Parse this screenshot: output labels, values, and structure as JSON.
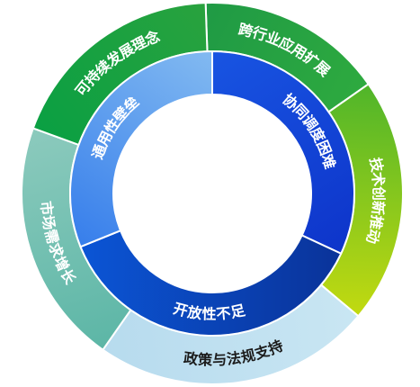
{
  "outer_ring": [
    {
      "label": "跨行业应用扩展",
      "start": 358,
      "end": 55,
      "color_a": "#1f9a45",
      "color_b": "#2eaa3f",
      "text_color": "#ffffff"
    },
    {
      "label": "技术创新推动",
      "start": 55,
      "end": 130,
      "color_a": "#4fb52a",
      "color_b": "#c2da10",
      "text_color": "#ffffff"
    },
    {
      "label": "政策与法规支持",
      "start": 130,
      "end": 215,
      "color_a": "#c9e6f3",
      "color_b": "#b7dbee",
      "text_color": "#1b1b1b"
    },
    {
      "label": "市场需求增长",
      "start": 215,
      "end": 290,
      "color_a": "#5cb6a6",
      "color_b": "#8ccabd",
      "text_color": "#ffffff"
    },
    {
      "label": "可持续发展理念",
      "start": 290,
      "end": 358,
      "color_a": "#0aa043",
      "color_b": "#29a23e",
      "text_color": "#ffffff"
    }
  ],
  "inner_ring": [
    {
      "label": "协同调度困难",
      "start": 0,
      "end": 115,
      "color_a": "#1a5ae6",
      "color_b": "#0c2fc6",
      "text_color": "#ffffff"
    },
    {
      "label": "开放性不足",
      "start": 115,
      "end": 248,
      "color_a": "#0a2d8f",
      "color_b": "#0b5be0",
      "text_color": "#ffffff"
    },
    {
      "label": "通用性壁垒",
      "start": 248,
      "end": 360,
      "color_a": "#2a74ea",
      "color_b": "#8fc4f2",
      "text_color": "#ffffff"
    }
  ]
}
